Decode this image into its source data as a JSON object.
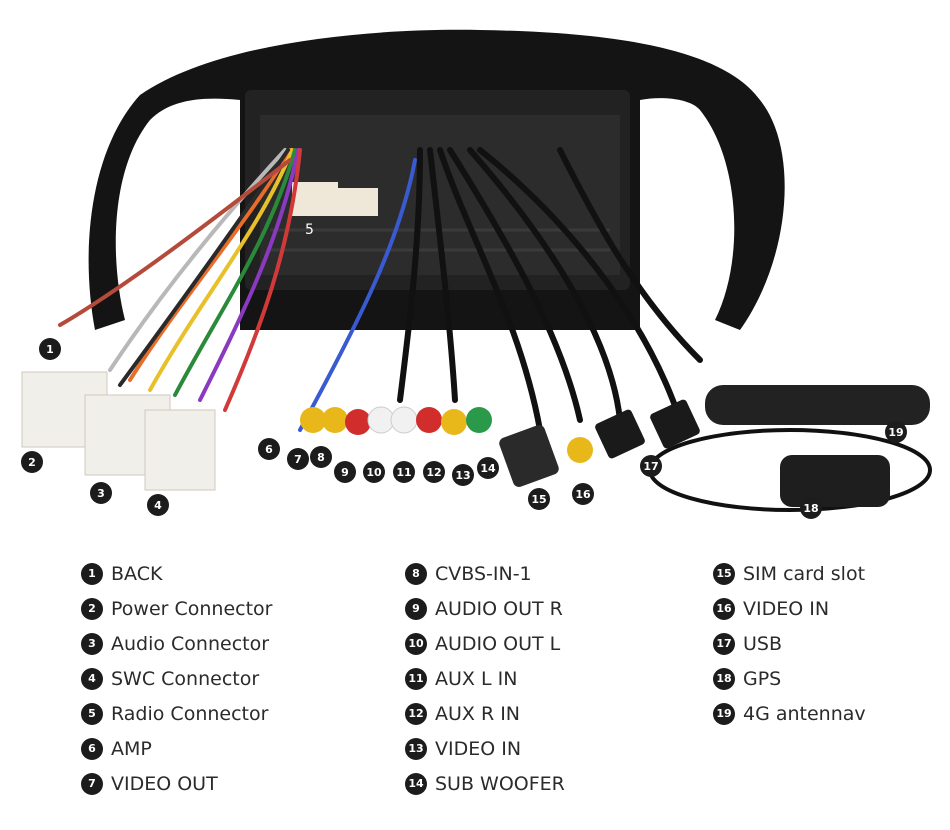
{
  "callouts": [
    "1",
    "2",
    "3",
    "4",
    "6",
    "7",
    "8",
    "9",
    "10",
    "11",
    "12",
    "13",
    "14",
    "15",
    "16",
    "17",
    "18",
    "19"
  ],
  "photo_label_5": "5",
  "legend": {
    "col1": [
      {
        "num": "1",
        "label": "BACK"
      },
      {
        "num": "2",
        "label": "Power Connector"
      },
      {
        "num": "3",
        "label": "Audio Connector"
      },
      {
        "num": "4",
        "label": "SWC Connector"
      },
      {
        "num": "5",
        "label": "Radio Connector"
      },
      {
        "num": "6",
        "label": "AMP"
      },
      {
        "num": "7",
        "label": "VIDEO OUT"
      }
    ],
    "col2": [
      {
        "num": "8",
        "label": "CVBS-IN-1"
      },
      {
        "num": "9",
        "label": "AUDIO OUT R"
      },
      {
        "num": "10",
        "label": "AUDIO OUT L"
      },
      {
        "num": "11",
        "label": "AUX L IN"
      },
      {
        "num": "12",
        "label": "AUX R IN"
      },
      {
        "num": "13",
        "label": "VIDEO IN"
      },
      {
        "num": "14",
        "label": "SUB WOOFER"
      }
    ],
    "col3": [
      {
        "num": "15",
        "label": "SIM card slot"
      },
      {
        "num": "16",
        "label": "VIDEO IN"
      },
      {
        "num": "17",
        "label": "USB"
      },
      {
        "num": "18",
        "label": "GPS"
      },
      {
        "num": "19",
        "label": "4G antennav"
      }
    ]
  },
  "colors": {
    "frame": "#151515",
    "badge": "#1c1c1c",
    "connector": "#f1efe9",
    "text": "#2b2b2b"
  }
}
